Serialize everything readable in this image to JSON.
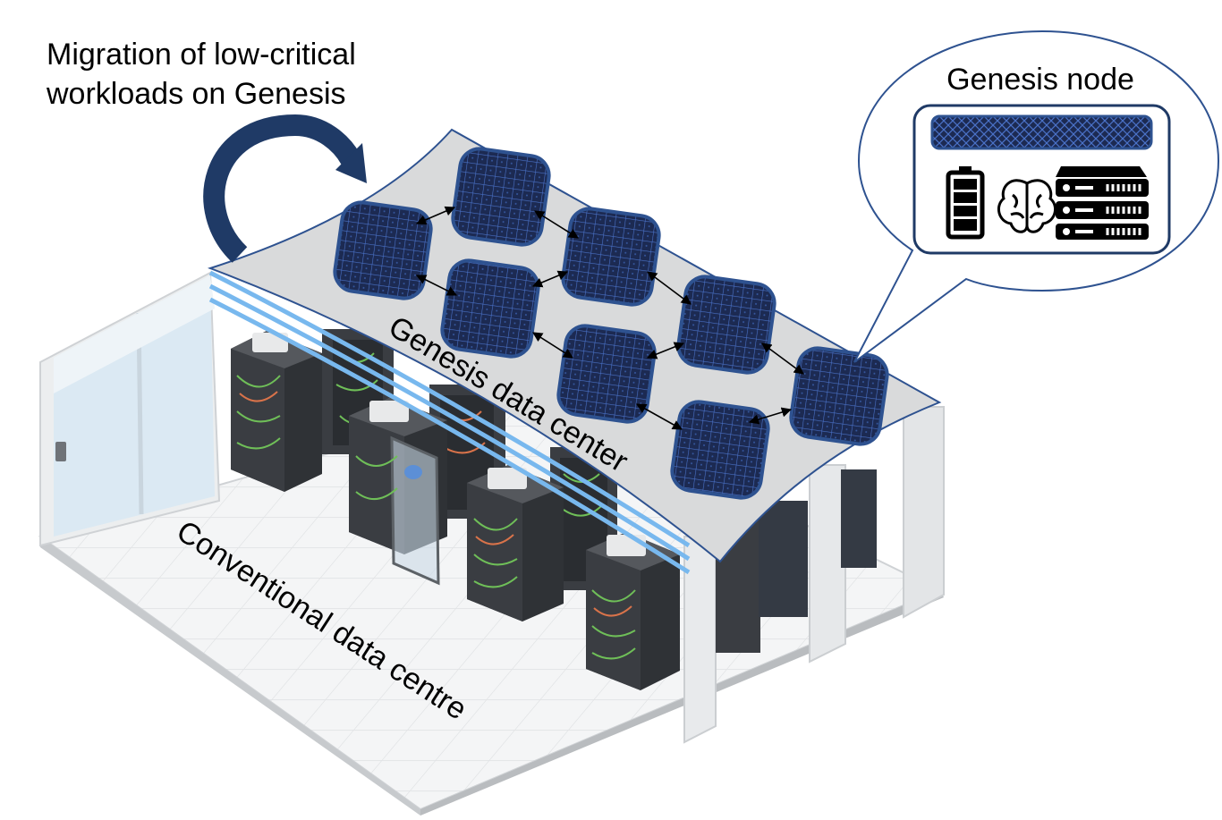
{
  "labels": {
    "migration_line1": "Migration of low-critical",
    "migration_line2": "workloads on Genesis",
    "genesis_node": "Genesis node",
    "genesis_dc": "Genesis data center",
    "conventional_dc": "Conventional data centre"
  },
  "colors": {
    "panel_fill": "#1c2a52",
    "panel_grid": "#4a72c8",
    "roof": "#d9dadb",
    "rack": "#3a3d42",
    "cable_blue": "#78b8ee",
    "arrow_dark": "#1f3a66",
    "callout_stroke": "#2e5290"
  },
  "icons": [
    "battery-icon",
    "brain-icon",
    "server-stack-icon"
  ]
}
